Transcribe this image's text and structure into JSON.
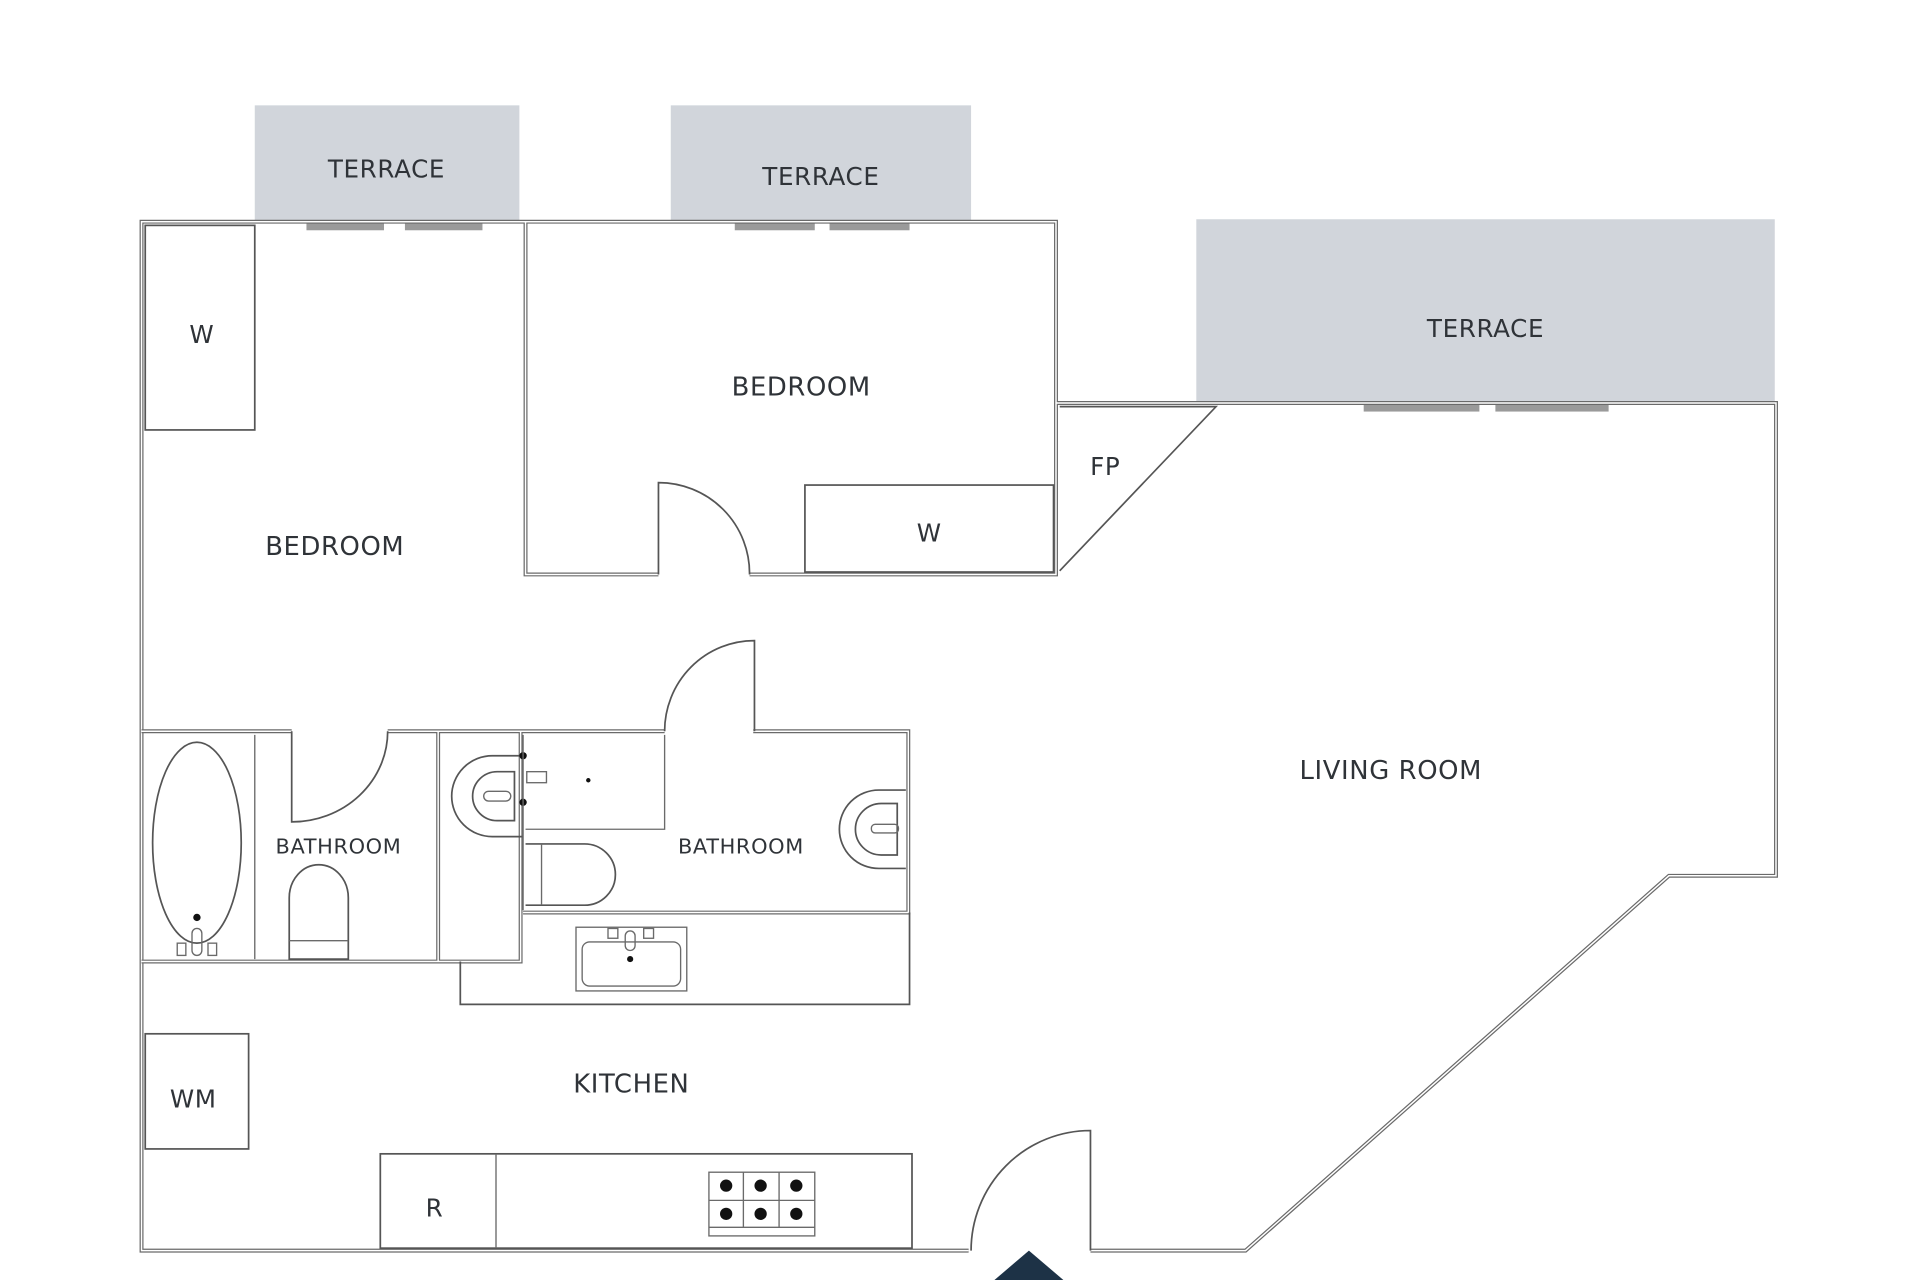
{
  "floorplan": {
    "rooms": {
      "terrace_left": "TERRACE",
      "terrace_middle": "TERRACE",
      "terrace_right": "TERRACE",
      "bedroom_left": "BEDROOM",
      "bedroom_middle": "BEDROOM",
      "wardrobe_left": "W",
      "wardrobe_middle": "W",
      "fireplace": "FP",
      "bathroom_left": "BATHROOM",
      "bathroom_right": "BATHROOM",
      "living_room": "LIVING ROOM",
      "kitchen": "KITCHEN",
      "washing_machine": "WM",
      "refrigerator": "R"
    },
    "colors": {
      "terrace_fill": "#d1d5db",
      "wall": "#6a6a6a",
      "label_text": "#2f3338",
      "entrance_arrow": "#1d3246",
      "window": "#9a9a9a"
    }
  }
}
